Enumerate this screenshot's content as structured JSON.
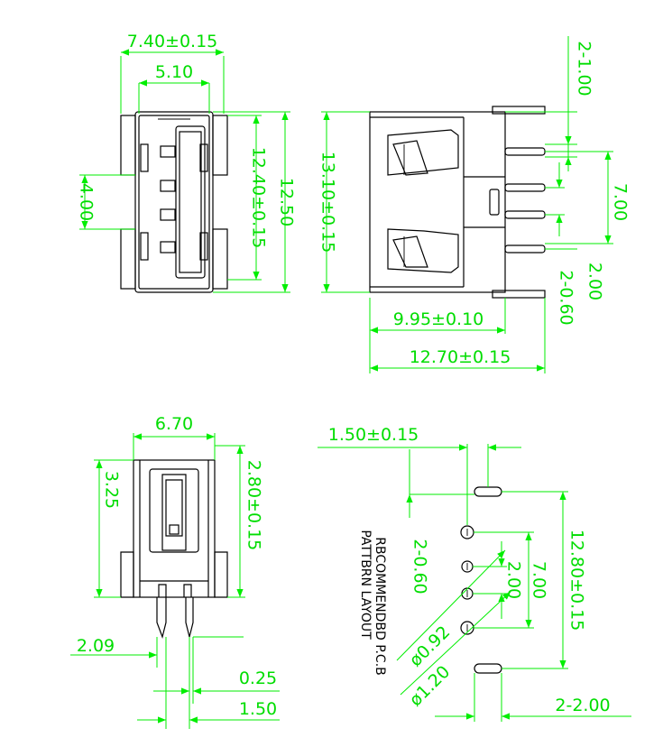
{
  "colors": {
    "dimension": "#00ee00",
    "outline": "#000000",
    "background": "#ffffff"
  },
  "top_left_view": {
    "width_outer": "7.40±0.15",
    "width_inner": "5.10",
    "height_side": "4.00",
    "height_inner": "12.40±0.15",
    "height_outer": "12.50"
  },
  "top_right_view": {
    "pin_width": "2-1.00",
    "height_total": "13.10±0.15",
    "pin_span": "7.00",
    "pin_pitch": "2.00",
    "pin_thickness": "2-0.60",
    "depth_inner": "9.95±0.10",
    "depth_outer": "12.70±0.15"
  },
  "bottom_left_view": {
    "width": "6.70",
    "height_top": "3.25",
    "height_total": "2.80±0.15",
    "pin_offset": "2.09",
    "pin_thickness": "0.25",
    "pin_spacing": "1.50"
  },
  "pcb_layout": {
    "title_line1": "RBCOMMENDBD P.C.B",
    "title_line2": "PATTBRN LAYOUT",
    "hole_offset": "1.50±0.15",
    "slot_pitch": "12.80±0.15",
    "hole_span": "7.00",
    "hole_pitch": "2.00",
    "slot_width": "2-0.60",
    "slot_length": "2-2.00",
    "hole_small": "ø0.92",
    "hole_large": "ø1.20"
  }
}
